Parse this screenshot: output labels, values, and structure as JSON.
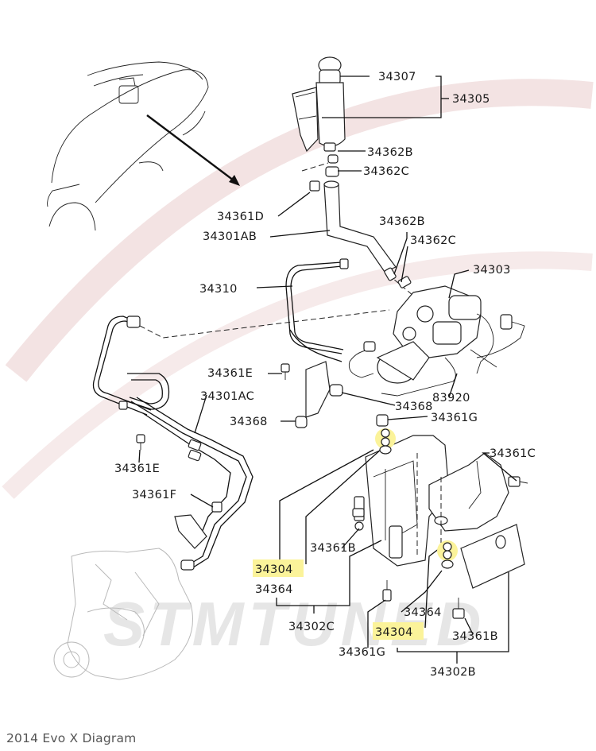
{
  "caption": "2014 Evo X Diagram",
  "watermark": "STMTUNED",
  "colors": {
    "highlight": "#fbf39a",
    "ink": "#1a1a1a",
    "caption": "#555555",
    "background_arc": "#f2e0e0"
  },
  "callouts": {
    "c34307": "34307",
    "c34305": "34305",
    "c34362B_top": "34362B",
    "c34362C_top": "34362C",
    "c34361D": "34361D",
    "c34362B_mid": "34362B",
    "c34301AB": "34301AB",
    "c34362C_mid": "34362C",
    "c34303": "34303",
    "c34310": "34310",
    "c34361E_mid": "34361E",
    "c83920": "83920",
    "c34301AC": "34301AC",
    "c34368_right": "34368",
    "c34368_left": "34368",
    "c34361G_top": "34361G",
    "c34361E_left": "34361E",
    "c34361C": "34361C",
    "c34361F": "34361F",
    "c34361B_left": "34361B",
    "c34304_left": "34304",
    "c34364_left": "34364",
    "c34302C": "34302C",
    "c34364_right": "34364",
    "c34304_right": "34304",
    "c34361B_right": "34361B",
    "c34361G_bottom": "34361G",
    "c34302B": "34302B"
  }
}
